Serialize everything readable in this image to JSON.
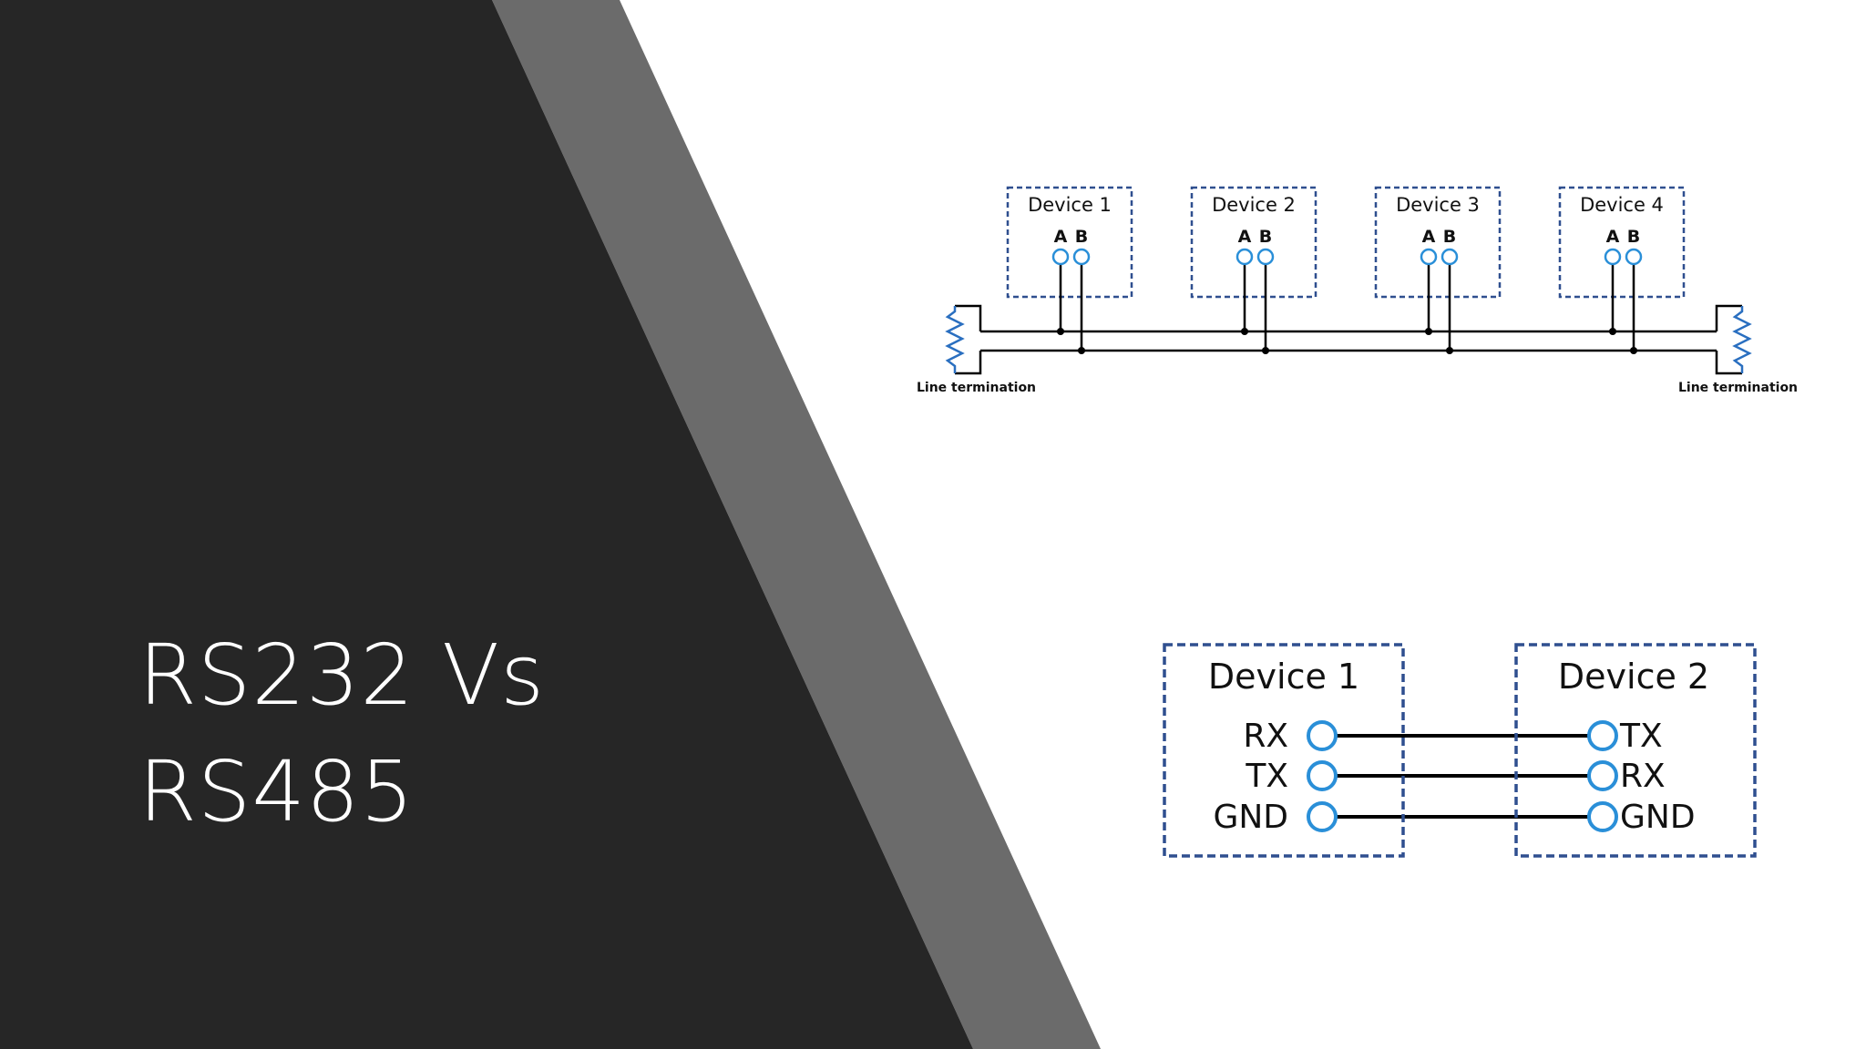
{
  "slide": {
    "title_line1": "RS232 Vs",
    "title_line2": "RS485"
  },
  "colors": {
    "dark_panel": "#262626",
    "mid_stripe": "#6b6b6b",
    "box_border": "#2f4f8f",
    "terminal": "#2a8fd8",
    "wire": "#000000"
  },
  "rs485_diagram": {
    "devices": [
      {
        "label": "Device 1",
        "pin_a": "A",
        "pin_b": "B"
      },
      {
        "label": "Device 2",
        "pin_a": "A",
        "pin_b": "B"
      },
      {
        "label": "Device 3",
        "pin_a": "A",
        "pin_b": "B"
      },
      {
        "label": "Device 4",
        "pin_a": "A",
        "pin_b": "B"
      }
    ],
    "termination_left": "Line termination",
    "termination_right": "Line termination"
  },
  "rs232_diagram": {
    "device_left": {
      "label": "Device 1",
      "pins": [
        "RX",
        "TX",
        "GND"
      ]
    },
    "device_right": {
      "label": "Device 2",
      "pins": [
        "TX",
        "RX",
        "GND"
      ]
    }
  }
}
